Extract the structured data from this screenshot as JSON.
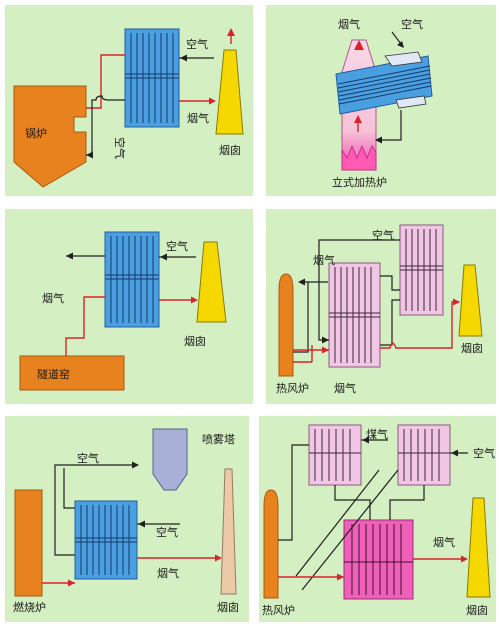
{
  "panels": {
    "p1": {
      "air": "空气",
      "flue": "烟气",
      "air2": "空气",
      "boiler": "锅炉",
      "chimney": "烟囱"
    },
    "p2": {
      "flue": "烟气",
      "air": "空气",
      "furnace": "立式加热炉"
    },
    "p3": {
      "air": "空气",
      "flue": "烟气",
      "chimney": "烟囱",
      "kiln": "隧道窑"
    },
    "p4": {
      "air": "空气",
      "flue_top": "烟气",
      "furnace": "热风炉",
      "flue_bottom": "烟气",
      "chimney": "烟囱"
    },
    "p5": {
      "air_top": "空气",
      "tower": "喷雾塔",
      "air_mid": "空气",
      "flue": "烟气",
      "burner": "燃烧炉",
      "chimney": "烟囱"
    },
    "p6": {
      "gas": "煤气",
      "air": "空气",
      "flue": "烟气",
      "furnace": "热风炉",
      "chimney": "烟囱"
    }
  },
  "colors": {
    "panel_bg": "#d4efc2",
    "exchanger_blue": "#4a9fe0",
    "boiler_orange": "#e8821e",
    "chimney_yellow": "#f5d800",
    "exchanger_pink": "#f0c6e4",
    "exchanger_magenta": "#f060b8",
    "chimney_tan": "#eccaa8"
  }
}
